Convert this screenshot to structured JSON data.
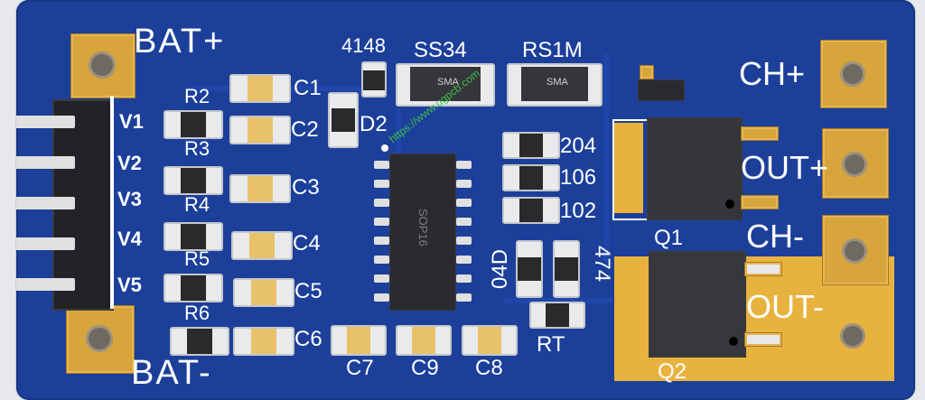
{
  "board": {
    "color": "#1c3f9a",
    "silk_color": "#ffffff",
    "pad_color": "#d8a43c",
    "labels": {
      "bat_plus": "BAT+",
      "bat_minus": "BAT-",
      "ch_plus": "CH+",
      "out_plus": "OUT+",
      "ch_minus": "CH-",
      "out_minus": "OUT-",
      "v1": "V1",
      "v2": "V2",
      "v3": "V3",
      "v4": "V4",
      "v5": "V5",
      "r2": "R2",
      "r3": "R3",
      "r4": "R4",
      "r5": "R5",
      "r6": "R6",
      "c1": "C1",
      "c2": "C2",
      "c3": "C3",
      "c4": "C4",
      "c5": "C5",
      "c6": "C6",
      "c7": "C7",
      "c8": "C8",
      "c9": "C9",
      "d2": "D2",
      "diode_4148": "4148",
      "ss34": "SS34",
      "rs1m": "RS1M",
      "sma1": "SMA",
      "sma2": "SMA",
      "v204": "204",
      "v106": "106",
      "v102": "102",
      "v04d": "04D",
      "v474": "474",
      "rt": "RT",
      "q1": "Q1",
      "q2": "Q2",
      "chip": "SOP16",
      "watermark": "https://www.ugpcb.com"
    }
  }
}
